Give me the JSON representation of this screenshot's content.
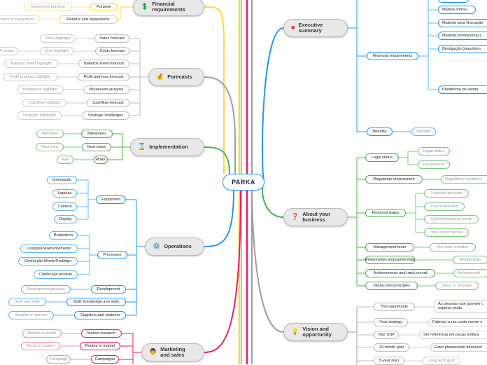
{
  "root": {
    "label": "PARKA"
  },
  "left": {
    "financial_requirements": {
      "title": "Financial requirements",
      "icon": "dollar-icon",
      "items": [
        {
          "label": "Purpose",
          "leaf": "Investment purpose"
        },
        {
          "label": "Returns and repayments",
          "leaf": "Return or repayment"
        }
      ]
    },
    "forecasts": {
      "title": "Forecasts",
      "icon": "money-bag-icon",
      "items": [
        {
          "label": "Sales forecast",
          "leaf": "Sales highlight"
        },
        {
          "label": "Costs forecast",
          "leaf": "Cost highlight",
          "leaf2": "Process"
        },
        {
          "label": "Balance sheet forecast",
          "leaf": "Balance sheet highlight"
        },
        {
          "label": "Profit and loss forecast",
          "leaf": "Profit and loss highlight"
        },
        {
          "label": "Breakeven analysis",
          "leaf": "Breakeven highlight"
        },
        {
          "label": "Cashflow forecast",
          "leaf": "Cashflow highlight"
        },
        {
          "label": "Strategic challenges",
          "leaf": "Strategic highlights"
        }
      ]
    },
    "implementation": {
      "title": "Implementation",
      "icon": "hourglass-icon",
      "items": [
        {
          "label": "Milestones",
          "leaf": "Milestone"
        },
        {
          "label": "Next steps",
          "leaf": "Next step"
        },
        {
          "label": "Risks",
          "leaf": "Risk"
        }
      ]
    },
    "operations": {
      "title": "Operations",
      "icon": "gear-icon",
      "equipment": {
        "label": "Equipment",
        "leaves": [
          "Iluminação",
          "Lapelas",
          "Câmera",
          "Display"
        ]
      },
      "processes": {
        "label": "Processes",
        "leaves": [
          "Brainstorm",
          "Criação/Desenvolvimento",
          "Confecção Molde/Protótipo",
          "Confecção produto"
        ]
      },
      "development": {
        "label": "Development",
        "leaf": "Development projects"
      },
      "staff": {
        "label": "Staff, knowledge and skills",
        "leaf": "Staff and skills"
      },
      "suppliers": {
        "label": "Suppliers and partners",
        "leaf": "Supplier or partner"
      }
    },
    "marketing": {
      "title": "Marketing and sales",
      "icon": "person-icon",
      "items": [
        {
          "label": "Market research",
          "leaf": "Market research"
        },
        {
          "label": "Routes to market",
          "leaf": "Route to market"
        },
        {
          "label": "Campaigns",
          "leaf": "Campaign"
        }
      ]
    }
  },
  "right": {
    "executive": {
      "title": "Executive summary",
      "icon": "red-square-icon",
      "financial_requirements": "Financial requirements",
      "fin_items": [
        "Matéria Prima",
        "Material para Gravação",
        "Material promocional (",
        "Divulgação (impulsion",
        "Plataforma de venda"
      ],
      "benefits": {
        "label": "Benefits",
        "leaf": "Benefits"
      }
    },
    "about": {
      "title": "About your business",
      "icon": "question-icon",
      "legal": {
        "label": "Legal status",
        "leaves": [
          "Legal status",
          "Governance"
        ]
      },
      "regulatory": {
        "label": "Regulatory environment",
        "leaf": "Regulatory condition"
      },
      "financial": {
        "label": "Financial status",
        "leaves": [
          "Financial structure",
          "Your investment",
          "Current business levels",
          "Your credit history"
        ]
      },
      "management": {
        "label": "Management team",
        "leaf": "Key team member"
      },
      "relationships": {
        "label": "Relationships and partnerships",
        "leaf": "Relationship"
      },
      "achievements": {
        "label": "Achievements and track record",
        "leaf": "Achievement"
      },
      "values": {
        "label": "Values and principles",
        "leaf": "Value or principle"
      }
    },
    "vision": {
      "title": "Vision and opportunity",
      "icon": "lightbulb-icon",
      "items": [
        {
          "label": "The opportunity",
          "leaf": "As pessoas que querem c esperar muito"
        },
        {
          "label": "Your strategy",
          "leaf": "Fabricar a um custo menor e"
        },
        {
          "label": "Your USP",
          "leaf": "Ser referência em peças estiliza"
        },
        {
          "label": "12-month plan",
          "leaf": "Estar plenamente desenvol"
        },
        {
          "label": "5-year plan",
          "leaf": "Long term goal"
        }
      ]
    }
  },
  "colors": {
    "blue": "#2196f3",
    "green": "#4caf50",
    "pink": "#e91e63",
    "yellow": "#fdd835",
    "gray": "#9e9e9e",
    "teal": "#26a69a"
  }
}
